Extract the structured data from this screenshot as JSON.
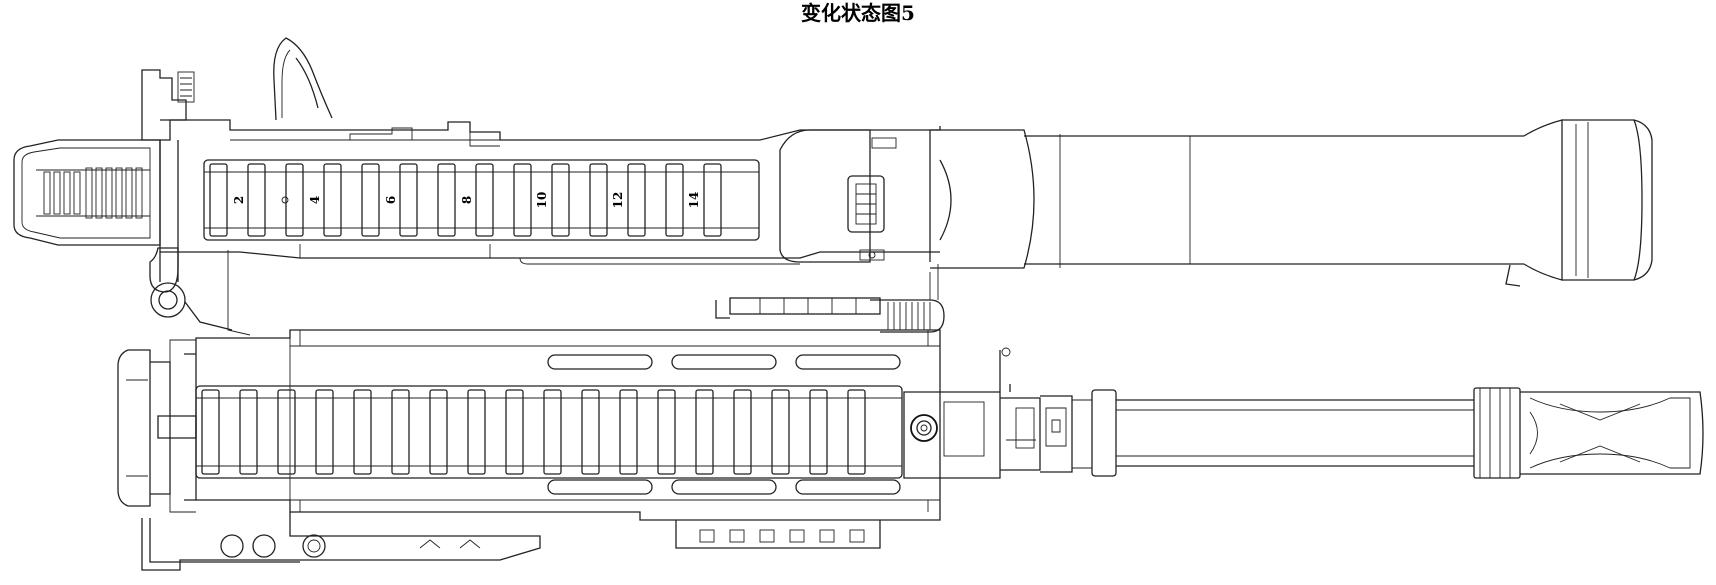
{
  "title": "变化状态图5",
  "scale_marks": [
    "2",
    "4",
    "6",
    "8",
    "10",
    "12",
    "14"
  ]
}
